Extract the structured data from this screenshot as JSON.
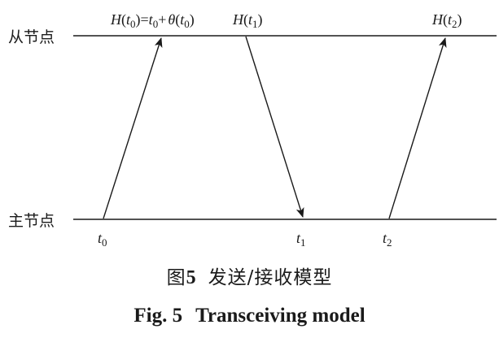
{
  "diagram": {
    "slave_label": "从节点",
    "master_label": "主节点",
    "top": {
      "h0_func": "H",
      "h0_var": "t",
      "h0_sub": "0",
      "h0_eq": ")=",
      "h0_t": "t",
      "h0_t_sub": "0",
      "h0_plus": "+",
      "h0_theta": "θ",
      "h0_th_var": "t",
      "h0_th_sub": "0",
      "h1_func": "H",
      "h1_var": "t",
      "h1_sub": "1",
      "h2_func": "H",
      "h2_var": "t",
      "h2_sub": "2"
    },
    "bottom": {
      "t0_var": "t",
      "t0_sub": "0",
      "t1_var": "t",
      "t1_sub": "1",
      "t2_var": "t",
      "t2_sub": "2"
    }
  },
  "caption": {
    "cn_fig": "图",
    "cn_num": "5",
    "cn_text": "发送/接收模型",
    "en_fig": "Fig. 5",
    "en_text": "Transceiving model"
  },
  "colors": {
    "ink": "#1a1a1a",
    "background": "#ffffff"
  }
}
